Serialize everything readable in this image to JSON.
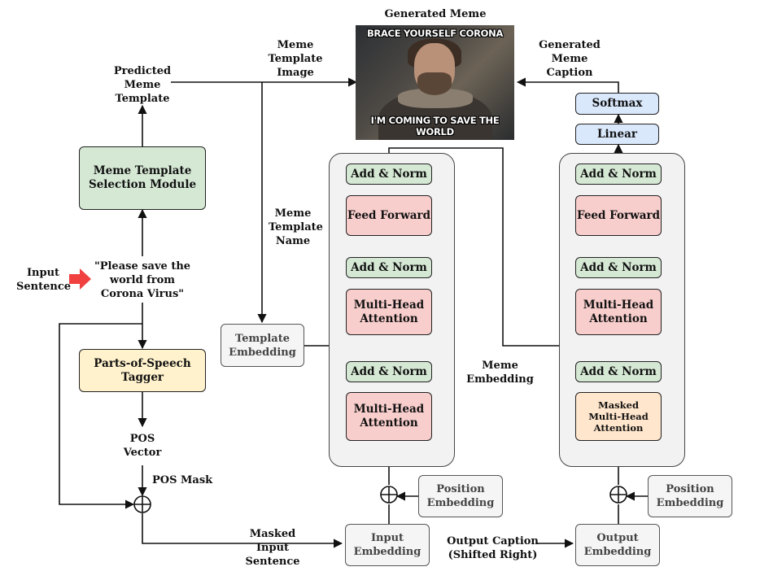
{
  "title": "Generated Meme",
  "meme_image": {
    "top_text": "BRACE YOURSELF CORONA",
    "bottom_text": "I'M COMING TO SAVE THE WORLD"
  },
  "labels": {
    "predicted_template": "Predicted\nMeme\nTemplate",
    "meme_template_image": "Meme\nTemplate\nImage",
    "generated_caption": "Generated\nMeme\nCaption",
    "meme_template_name": "Meme\nTemplate\nName",
    "input_sentence": "Input\nSentence",
    "input_quote": "\"Please save the\nworld from\nCorona Virus\"",
    "pos_vector": "POS\nVector",
    "pos_mask": "POS Mask",
    "masked_input": "Masked\nInput\nSentence",
    "meme_embedding": "Meme\nEmbedding",
    "output_caption": "Output Caption\n(Shifted Right)"
  },
  "boxes": {
    "selection_module": "Meme Template\nSelection Module",
    "pos_tagger": "Parts-of-Speech\nTagger",
    "template_embedding": "Template\nEmbedding",
    "input_embedding": "Input\nEmbedding",
    "output_embedding": "Output\nEmbedding",
    "position_embedding": "Position\nEmbedding",
    "add_norm": "Add & Norm",
    "feed_forward": "Feed Forward",
    "multi_head": "Multi-Head\nAttention",
    "masked_multi_head": "Masked\nMulti-Head\nAttention",
    "softmax": "Softmax",
    "linear": "Linear"
  },
  "colors": {
    "green": "#d5e8d4",
    "pink": "#f8cecc",
    "blue": "#dae8fc",
    "yellow": "#fff2cc",
    "peach": "#ffe6cc",
    "arrow_red": "#f04040"
  }
}
